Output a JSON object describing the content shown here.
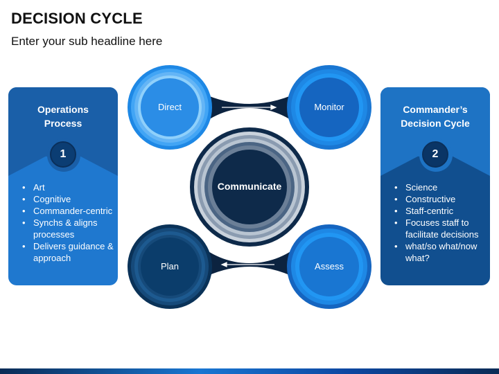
{
  "header": {
    "title": "DECISION CYCLE",
    "subtitle": "Enter your sub headline here"
  },
  "left_panel": {
    "title_line1": "Operations",
    "title_line2": "Process",
    "number": "1",
    "bullets": [
      "Art",
      "Cognitive",
      "Commander-centric",
      "Synchs & aligns processes",
      "Delivers guidance & approach"
    ]
  },
  "right_panel": {
    "title_line1": "Commander’s",
    "title_line2": "Decision Cycle",
    "number": "2",
    "bullets": [
      "Science",
      "Constructive",
      "Staff-centric",
      "Focuses staff to facilitate decisions",
      "what/so what/now what?"
    ]
  },
  "cycle": {
    "center": "Communicate",
    "nodes": {
      "direct": "Direct",
      "monitor": "Monitor",
      "assess": "Assess",
      "plan": "Plan"
    }
  },
  "colors": {
    "direct": "#2b8de6",
    "monitor": "#1565c0",
    "assess": "#1976d2",
    "plan": "#0b3d6b",
    "center": "#0e2a4a",
    "connector": "#0c2340"
  }
}
